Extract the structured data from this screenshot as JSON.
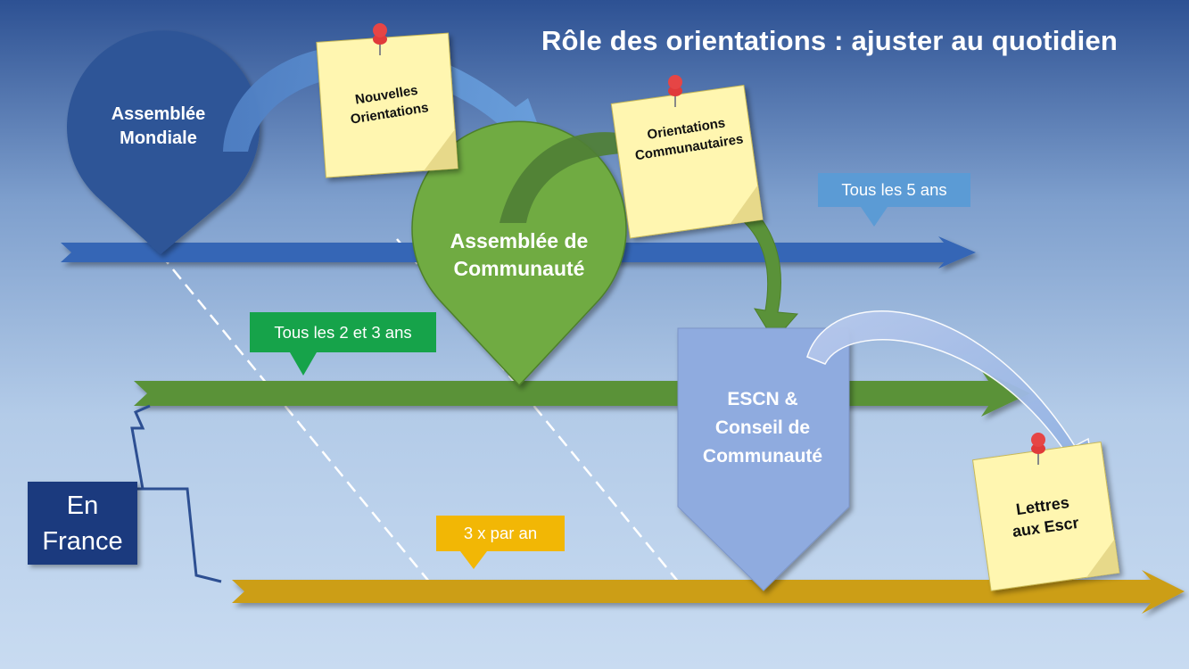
{
  "title": "Rôle des orientations : ajuster au quotidien",
  "colors": {
    "blue_track": "#3466b6",
    "green_track": "#5a9239",
    "gold_track": "#cc9e12",
    "assemblee_mondiale": "#2f5597",
    "assemblee_communaute": "#6fab43",
    "escn": "#8fabdf",
    "note_yellow": "#fff6b0"
  },
  "nodes": {
    "assemblee_mondiale": "Assemblée\nMondiale",
    "assemblee_communaute": "Assemblée de\nCommunauté",
    "escn": "ESCN &\nConseil de\nCommunauté"
  },
  "notes": {
    "nouvelles": "Nouvelles\nOrientations",
    "communautaires": "Orientations\nCommunautaires",
    "lettres": "Lettres\naux Escr"
  },
  "callouts": {
    "five_years": "Tous les 5 ans",
    "two_three_years": "Tous les 2 et 3 ans",
    "three_per_year": "3 x par an"
  },
  "france_label": "En\nFrance"
}
